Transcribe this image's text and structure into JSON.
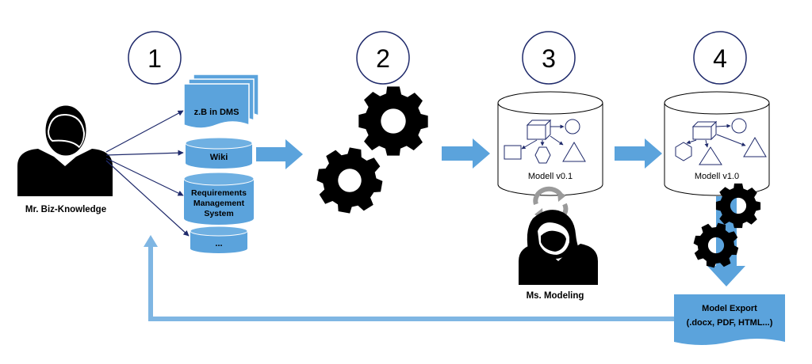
{
  "steps": [
    "1",
    "2",
    "3",
    "4"
  ],
  "actors": {
    "biz": "Mr. Biz-Knowledge",
    "modeler": "Ms. Modeling"
  },
  "sources": {
    "dms": "z.B in DMS",
    "wiki": "Wiki",
    "req1": "Requirements",
    "req2": "Management",
    "req3": "System",
    "more": "..."
  },
  "models": {
    "v01": "Modell v0.1",
    "v10": "Modell v1.0"
  },
  "export": {
    "line1": "Model Export",
    "line2": "(.docx, PDF, HTML...)"
  },
  "colors": {
    "blue_fill": "#5ba3dc",
    "arrow_blue": "#5ba3dc",
    "feedback_blue": "#7fb6e3",
    "navy": "#1f2a6b",
    "black": "#000000"
  }
}
